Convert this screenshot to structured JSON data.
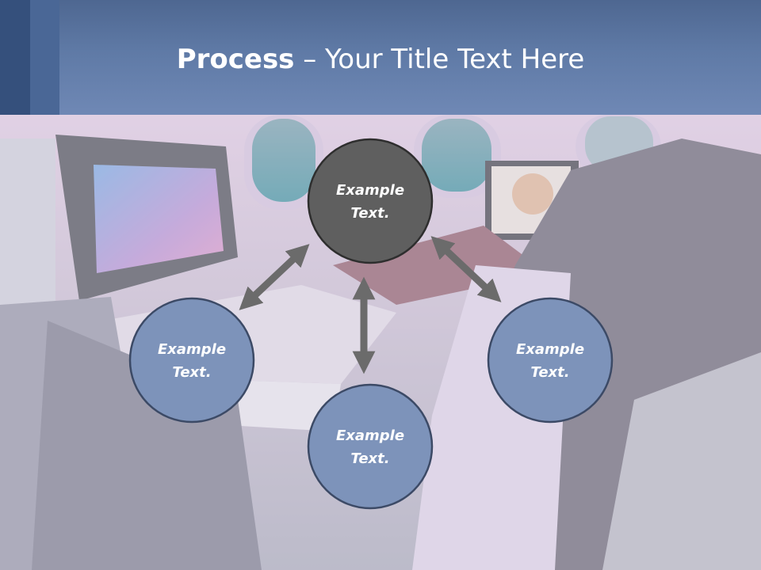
{
  "slide": {
    "title_bold": "Process",
    "title_rest": " – Your Title Text Here"
  },
  "colors": {
    "header": "#6f88b5",
    "center_circle": "#5f5f5f",
    "outer_circle": "#7d93ba",
    "circle_border": "#3c4a66",
    "arrow": "#6b6b6b"
  },
  "icons": {
    "arrows": "double-headed-arrow-icon"
  },
  "diagram": {
    "center": {
      "line1": "Example",
      "line2": "Text."
    },
    "left": {
      "line1": "Example",
      "line2": "Text."
    },
    "bottom": {
      "line1": "Example",
      "line2": "Text."
    },
    "right": {
      "line1": "Example",
      "line2": "Text."
    }
  }
}
